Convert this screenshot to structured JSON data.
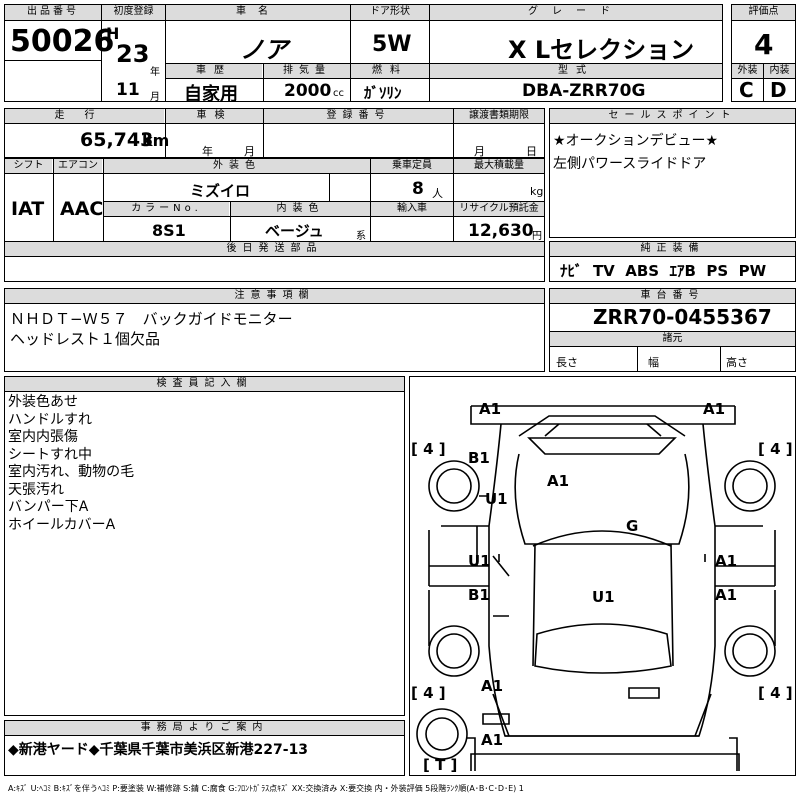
{
  "header": {
    "lot_label": "出品番号",
    "lot_number": "50026",
    "first_reg_label": "初度登録",
    "era": "H",
    "year": "23",
    "year_unit": "年",
    "month": "11",
    "month_unit": "月",
    "car_name_label": "車名",
    "car_name": "ノア",
    "door_label": "ドア形状",
    "door": "5W",
    "grade_label": "グレード",
    "grade": "X Lセレクション",
    "score_label": "評価点",
    "score": "4",
    "history_label": "車歴",
    "history": "自家用",
    "displacement_label": "排気量",
    "displacement": "2000",
    "displacement_unit": "cc",
    "fuel_label": "燃料",
    "fuel": "ｶﾞｿﾘﾝ",
    "model_label": "型式",
    "model": "DBA-ZRR70G",
    "exterior_label": "外装",
    "exterior": "C",
    "interior_label": "内装",
    "interior": "D"
  },
  "row2": {
    "mileage_label": "走行",
    "mileage": "65,743",
    "mileage_unit": "km",
    "inspection_label": "車検",
    "inspection_year_unit": "年",
    "inspection_month_unit": "月",
    "registration_label": "登録番号",
    "transfer_label": "譲渡書類期限",
    "transfer_month_unit": "月",
    "transfer_day_unit": "日",
    "sales_label": "セールスポイント",
    "sales_points": [
      "★オークションデビュー★",
      "左側パワースライドドア"
    ]
  },
  "row3": {
    "shift_label": "シフト",
    "shift": "IAT",
    "ac_label": "エアコン",
    "ac": "AAC",
    "color_label": "外装色",
    "color": "ミズイロ",
    "capacity_label": "乗車定員",
    "capacity": "8",
    "capacity_unit": "人",
    "load_label": "最大積載量",
    "load_unit": "kg",
    "color_no_label": "カラーNo.",
    "color_no": "8S1",
    "interior_color_label": "内装色",
    "interior_color": "ベージュ",
    "interior_color_unit": "系",
    "import_label": "輸入車",
    "recycle_label": "リサイクル預託金",
    "recycle": "12,630",
    "recycle_unit": "円",
    "later_parts_label": "後日発送部品",
    "genuine_label": "純正装備",
    "genuine": "ﾅﾋﾞ  TV  ABS  ｴｱB  PS  PW"
  },
  "notes": {
    "label": "注意事項欄",
    "lines": [
      "ＮＨＤＴ−Ｗ５７　バックガイドモニター",
      "ヘッドレスト１個欠品"
    ]
  },
  "chassis": {
    "label": "車台番号",
    "value": "ZRR70-0455367",
    "spec_label": "諸元",
    "length_label": "長さ",
    "width_label": "幅",
    "height_label": "高さ"
  },
  "inspector": {
    "label": "検査員記入欄",
    "lines": [
      "外装色あせ",
      "ハンドルすれ",
      "室内内張傷",
      "シートすれ中",
      "室内汚れ、動物の毛",
      "天張汚れ",
      "バンパー下A",
      "ホイールカバーA"
    ]
  },
  "diagram": {
    "marks": {
      "front_left": "A1",
      "front_right": "A1",
      "fender_left": "B1",
      "hood": "A1",
      "door_front_left": "U1",
      "roof": "G",
      "door_mid_left": "U1",
      "door_mid_right": "A1",
      "door_rear_left": "B1",
      "door_rear_right": "A1",
      "cabin_rear": "U1",
      "rear_left": "A1",
      "rear_bottom": "A1"
    },
    "tires": {
      "front_left": "4",
      "front_right": "4",
      "rear_left": "4",
      "rear_right": "4",
      "spare": "T"
    }
  },
  "office": {
    "label": "事務局よりご案内",
    "text": "◆新港ヤード◆千葉県千葉市美浜区新港227-13"
  },
  "legend": "A:ｷｽﾞ  U:ﾍｺﾐ  B:ｷｽﾞを伴うﾍｺﾐ  P:要塗装  W:補修跡  S:錆  C:腐食  G:ﾌﾛﾝﾄｶﾞﾗｽ点ｷｽﾞ  XX:交換済み  X:要交換   内・外装評価  5段階ﾗﾝｸ順(A･B･C･D･E)  1"
}
